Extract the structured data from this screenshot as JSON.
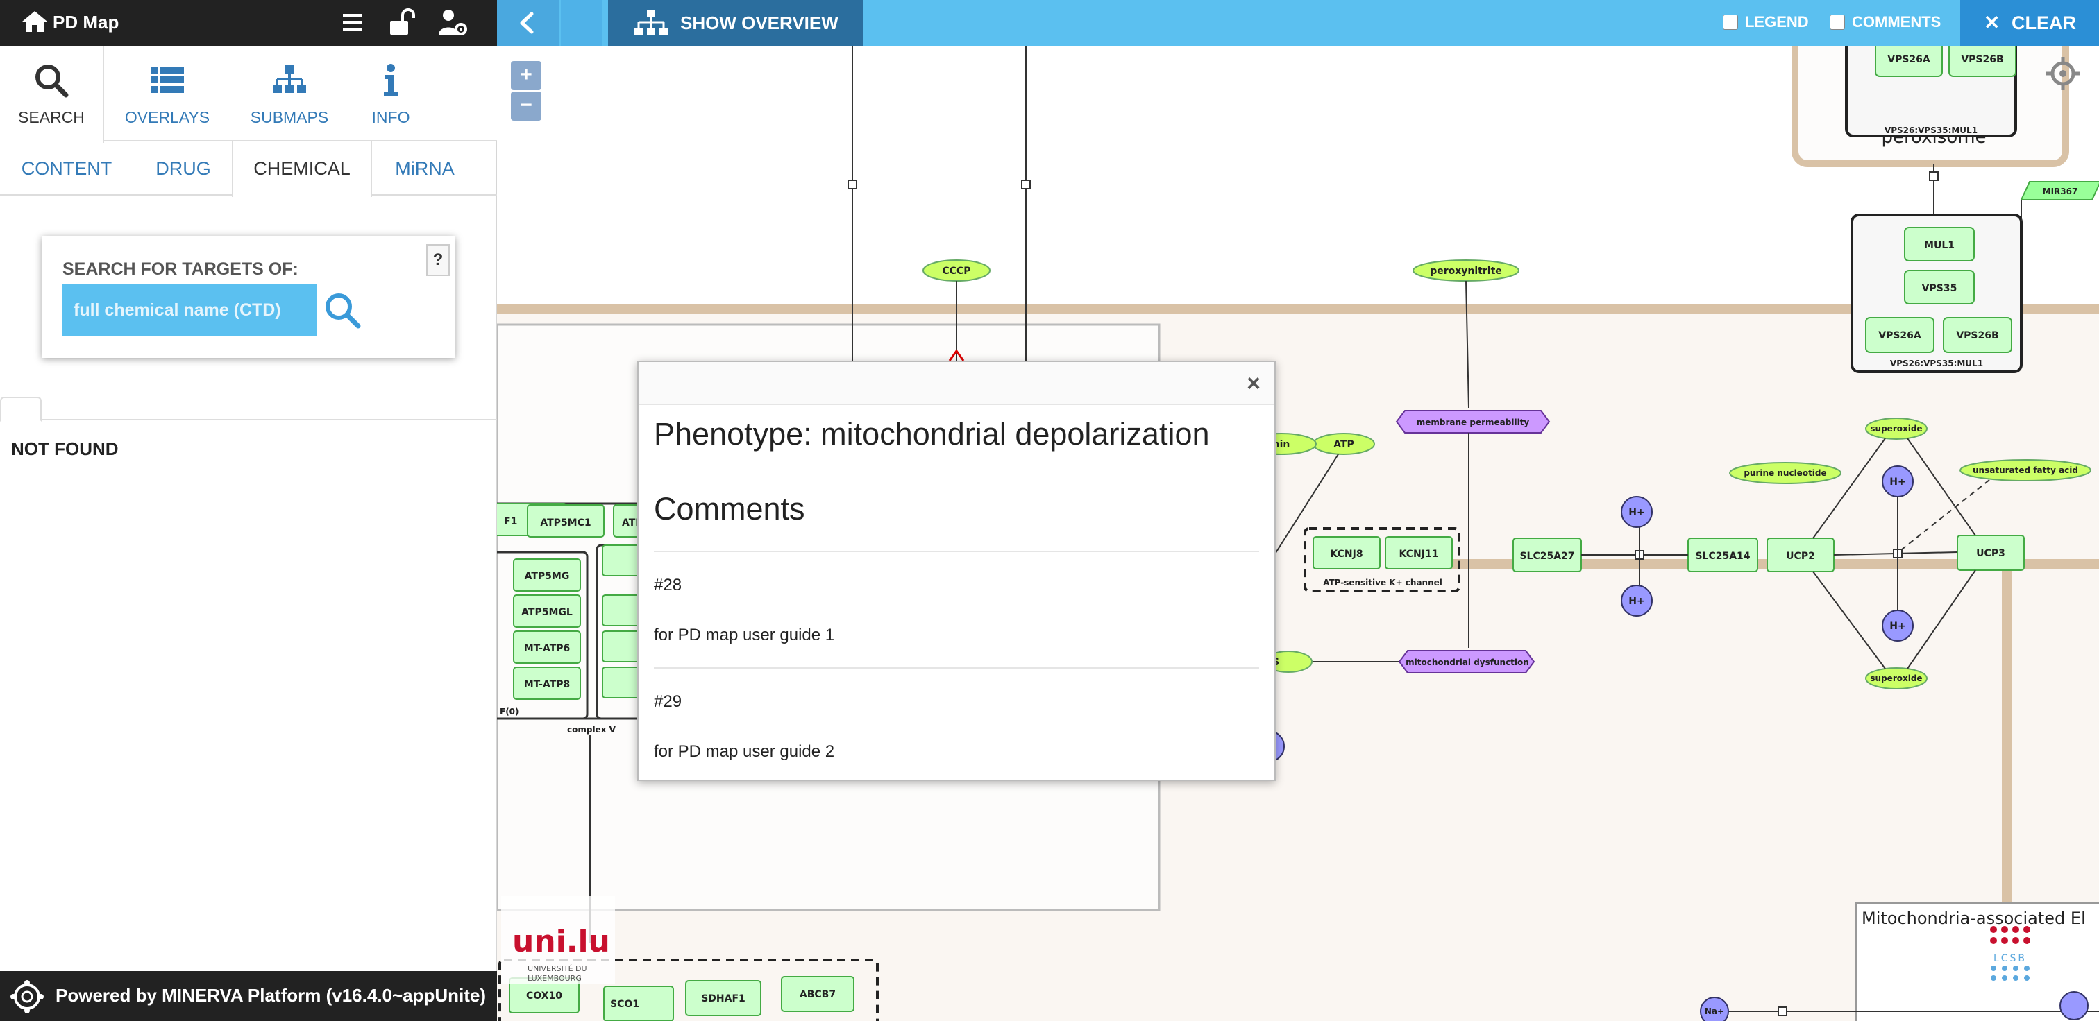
{
  "app": {
    "title": "PD Map"
  },
  "main_tabs": [
    {
      "label": "SEARCH",
      "icon": "search-icon"
    },
    {
      "label": "OVERLAYS",
      "icon": "overlays-icon"
    },
    {
      "label": "SUBMAPS",
      "icon": "submaps-icon"
    },
    {
      "label": "INFO",
      "icon": "info-icon"
    }
  ],
  "sub_tabs": [
    {
      "label": "CONTENT"
    },
    {
      "label": "DRUG"
    },
    {
      "label": "CHEMICAL",
      "active": true
    },
    {
      "label": "MiRNA"
    }
  ],
  "search": {
    "label": "SEARCH FOR TARGETS OF:",
    "placeholder": "full chemical name (CTD)",
    "help": "?"
  },
  "results": {
    "status": "NOT FOUND"
  },
  "footer": {
    "text": "Powered by MINERVA Platform (v16.4.0~appUnite)"
  },
  "map_toolbar": {
    "overview_label": "SHOW OVERVIEW",
    "legend_label": "LEGEND",
    "comments_label": "COMMENTS",
    "clear_label": "CLEAR",
    "legend_checked": false,
    "comments_checked": false
  },
  "zoom": {
    "in": "+",
    "out": "−"
  },
  "popup": {
    "title": "Phenotype: mitochondrial depolarization",
    "comments_heading": "Comments",
    "close": "×",
    "comments": [
      {
        "id": "#28",
        "text": "for PD map user guide 1"
      },
      {
        "id": "#29",
        "text": "for PD map user guide 2"
      }
    ]
  },
  "map_labels": {
    "cccp": "CCCP",
    "peroxynitrite": "peroxynitrite",
    "membrane_permeability": "membrane permeability",
    "mitochondrial_dysfunction": "mitochondrial dysfunction",
    "atp": "ATP",
    "min_fragment": "nin",
    "kcnj8": "KCNJ8",
    "kcnj11": "KCNJ11",
    "katp_channel": "ATP-sensitive K+ channel",
    "slc25a27": "SLC25A27",
    "slc25a14": "SLC25A14",
    "ucp2": "UCP2",
    "ucp3": "UCP3",
    "h_plus": "H+",
    "superoxide": "superoxide",
    "purine_nucleotide": "purine nucleotide",
    "unsaturated_fatty_acid": "unsaturated fatty acid",
    "mir367": "MIR367",
    "mul1": "MUL1",
    "vps35": "VPS35",
    "vps26a": "VPS26A",
    "vps26b": "VPS26B",
    "complex_name": "VPS26:VPS35:MUL1",
    "peroxisome": "peroxisome",
    "atp5mc1": "ATP5MC1",
    "atp5mg": "ATP5MG",
    "atp5mgl": "ATP5MGL",
    "mt_atp6": "MT-ATP6",
    "mt_atp8": "MT-ATP8",
    "f1_fragment": "F1",
    "atp5_fragment": "ATP5",
    "f0": "F(0)",
    "complex_v": "complex V",
    "cox10": "COX10",
    "sco1": "SCO1",
    "sdhaf1": "SDHAF1",
    "abcb7": "ABCB7",
    "mam_fragment": "Mitochondria-associated El",
    "na_plus": "Na+",
    "s_fragment": "S",
    "uni_logo": "uni.lu",
    "uni_sub1": "UNIVERSITÉ DU",
    "uni_sub2": "LUXEMBOURG",
    "lcsb": "LCSB"
  },
  "colors": {
    "topbar": "#222222",
    "accent_blue": "#5bc0f0",
    "link_blue": "#337ab7",
    "overview_bg": "#2b6e9e",
    "membrane": "#d9c2a6",
    "protein_fill": "#ccffcc",
    "metabolite_fill": "#ccff66",
    "phenotype_fill": "#cc99ff",
    "ion_fill": "#9999ff"
  }
}
